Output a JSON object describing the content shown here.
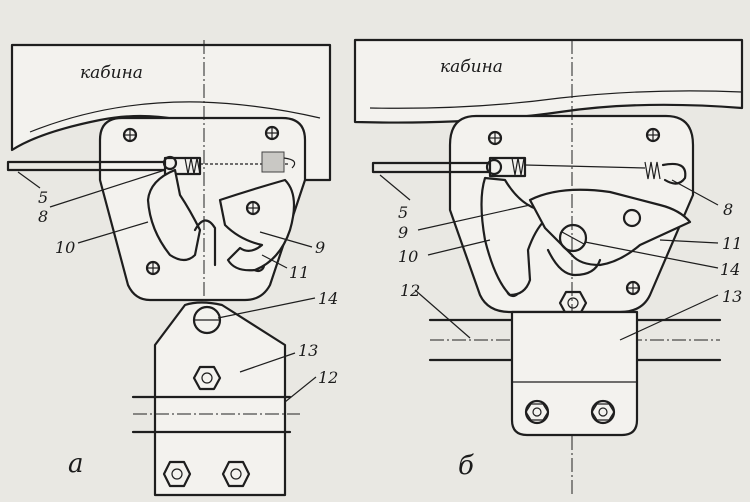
{
  "cabin_label": "кабина",
  "view_a": {
    "label": "а",
    "callouts": [
      "5",
      "8",
      "10",
      "9",
      "11",
      "14",
      "13",
      "12"
    ]
  },
  "view_b": {
    "label": "б",
    "callouts": [
      "5",
      "9",
      "10",
      "8",
      "11",
      "14",
      "12",
      "13"
    ]
  }
}
